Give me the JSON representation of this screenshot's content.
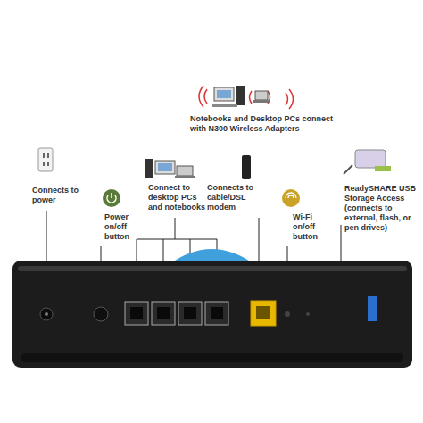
{
  "diagram": {
    "labels": [
      "Notebooks and Desktop PCs connect with N300 Wireless Adapters",
      "Connects to power",
      "Power on/off button",
      "Connect to desktop PCs and notebooks",
      "Connects to cable/DSL modem",
      "Wi-Fi on/off button",
      "ReadySHARE USB Storage Access (connects to external, flash, or pen drives)"
    ]
  }
}
